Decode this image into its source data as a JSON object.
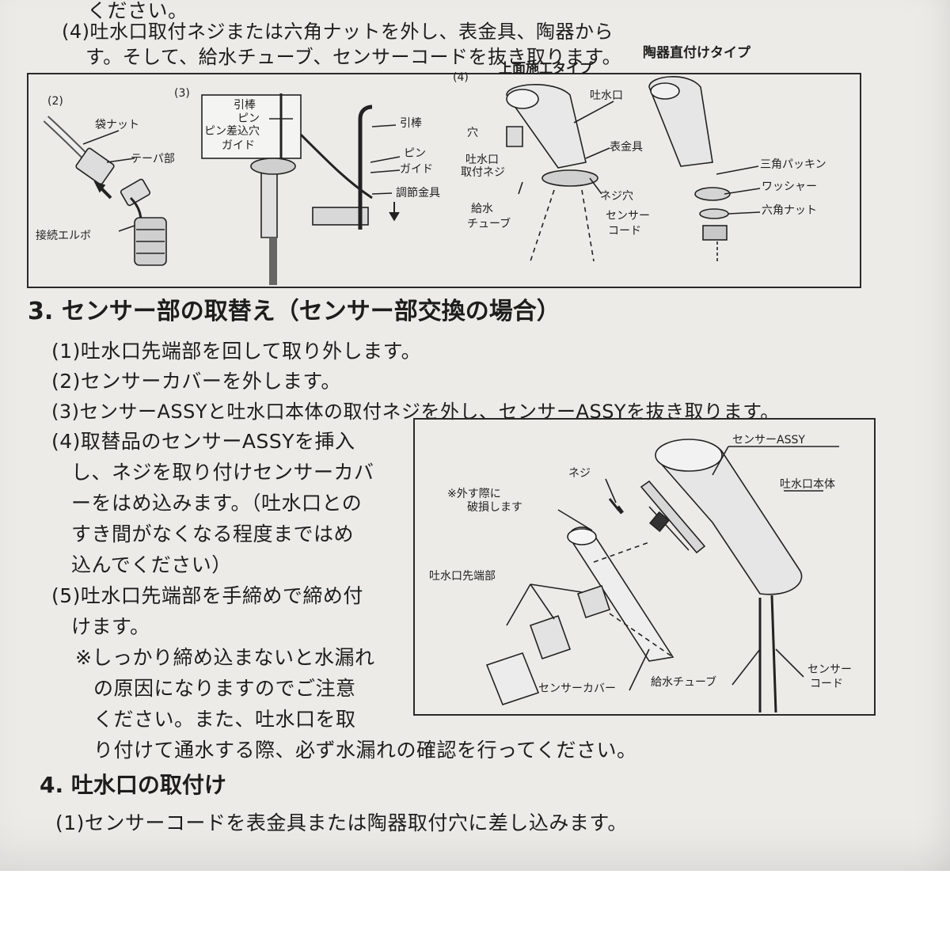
{
  "doc": {
    "line_top_cut": "ください。",
    "step_prev_4_line1": "(4)吐水口取付ネジまたは六角ナットを外し、表金具、陶器から",
    "step_prev_4_line2": "す。そして、給水チューブ、センサーコードを抜き取ります。",
    "section3_heading": "3. センサー部の取替え（センサー部交換の場合）",
    "s3_1": "(1)吐水口先端部を回して取り外します。",
    "s3_2": "(2)センサーカバーを外します。",
    "s3_3": "(3)センサーASSYと吐水口本体の取付ネジを外し、センサーASSYを抜き取ります。",
    "s3_4_lines": [
      "(4)取替品のセンサーASSYを挿入",
      "し、ネジを取り付けセンサーカバ",
      "ーをはめ込みます。（吐水口との",
      "すき間がなくなる程度まではめ",
      "込んでください）"
    ],
    "s3_5_lines": [
      "(5)吐水口先端部を手締めで締め付",
      "けます。"
    ],
    "s3_note_lines": [
      "※しっかり締め込まないと水漏れ",
      "の原因になりますのでご注意",
      "ください。また、吐水口を取",
      "り付けて通水する際、必ず水漏れの確認を行ってください。"
    ],
    "section4_heading": "4. 吐水口の取付け",
    "s4_1": "(1)センサーコードを表金具または陶器取付穴に差し込みます。"
  },
  "figure_top": {
    "panel2": {
      "num": "(2)",
      "labels": [
        "袋ナット",
        "テーパ部",
        "接続エルボ"
      ]
    },
    "panel3": {
      "num": "(3)",
      "inset_labels": [
        "引棒",
        "ピン",
        "ピン差込穴",
        "ガイド"
      ],
      "labels": [
        "引棒",
        "ピン",
        "ガイド",
        "調節金具"
      ]
    },
    "panel4": {
      "num": "(4)",
      "type_a": "上面施工タイプ",
      "type_b": "陶器直付けタイプ",
      "labels_a": [
        "吐水口",
        "穴",
        "吐水口",
        "取付ネジ",
        "表金具",
        "ネジ穴",
        "給水",
        "チューブ",
        "センサー",
        "コード"
      ],
      "labels_b": [
        "三角パッキン",
        "ワッシャー",
        "六角ナット"
      ]
    }
  },
  "figure_mid": {
    "labels": [
      "センサーASSY",
      "ネジ",
      "※外す際に",
      "破損します",
      "吐水口本体",
      "吐水口先端部",
      "センサーカバー",
      "給水チューブ",
      "センサー",
      "コード"
    ]
  }
}
